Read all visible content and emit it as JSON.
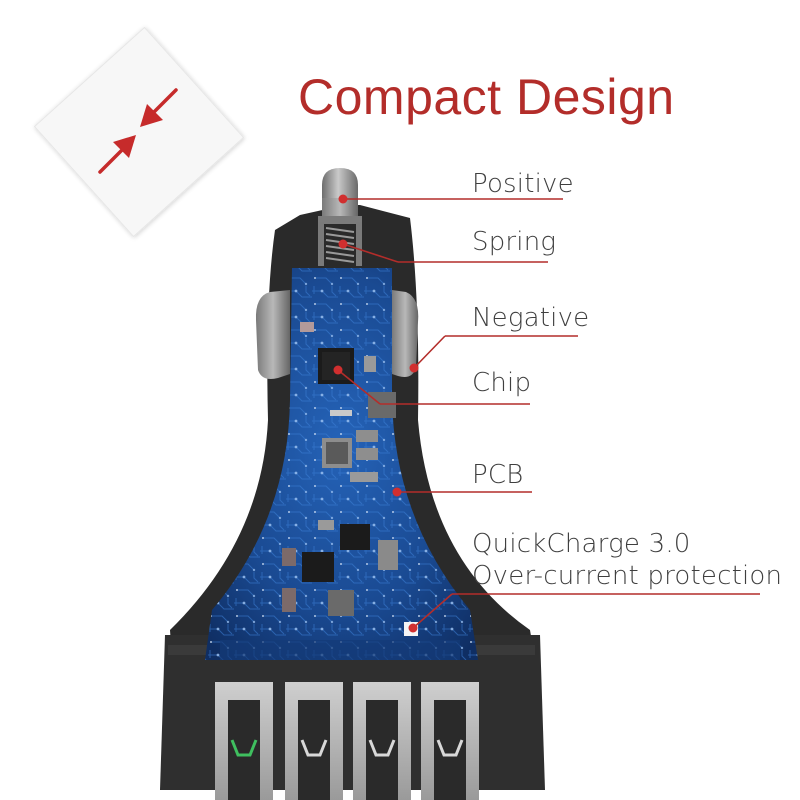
{
  "title": "Compact Design",
  "labels": {
    "positive": "Positive",
    "spring": "Spring",
    "negative": "Negative",
    "chip": "Chip",
    "pcb": "PCB",
    "quickcharge": "QuickCharge 3.0",
    "overcurrent": "Over-current protection"
  },
  "colors": {
    "accent": "#b32d2a",
    "text": "#3f3f3f",
    "pcb": "#1b4f9a",
    "housing": "#2b2b2b",
    "metal": "#8f8f8f"
  },
  "icons": {
    "compact": "compress-arrows-icon"
  }
}
